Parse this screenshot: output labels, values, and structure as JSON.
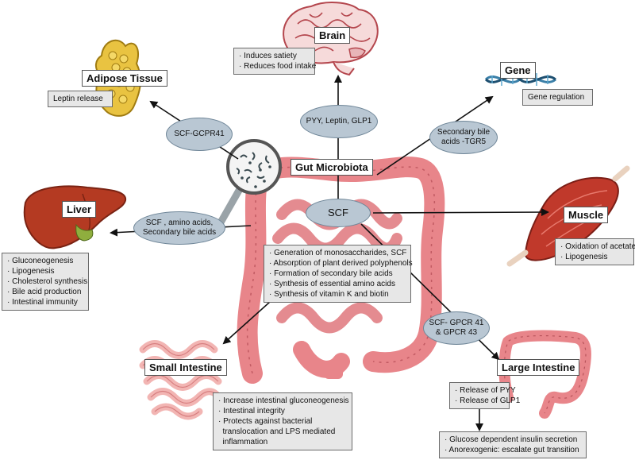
{
  "center": {
    "title": "Gut Microbiota",
    "scf_label": "SCF"
  },
  "center_functions": [
    "· Generation of monosaccharides, SCF",
    "· Absorption of plant derived polyphenols",
    "· Formation of secondary bile acids",
    "· Synthesis of essential amino acids",
    "· Synthesis of vitamin K and biotin"
  ],
  "brain": {
    "title": "Brain",
    "effects": [
      "· Induces satiety",
      "· Reduces food intake"
    ],
    "mediator": "PYY, Leptin, GLP1"
  },
  "adipose": {
    "title": "Adipose Tissue",
    "effects": [
      "Leptin release"
    ],
    "mediator": "SCF-GCPR41"
  },
  "gene": {
    "title": "Gene",
    "effects": [
      "Gene regulation"
    ],
    "mediator": "Secondary bile\nacids -TGR5"
  },
  "liver": {
    "title": "Liver",
    "mediator": "SCF , amino acids,\nSecondary bile acids",
    "effects": [
      "· Gluconeogenesis",
      "· Lipogenesis",
      "· Cholesterol synthesis",
      "· Bile acid production",
      "· Intestinal immunity"
    ]
  },
  "muscle": {
    "title": "Muscle",
    "effects": [
      "· Oxidation of acetate",
      "· Lipogenesis"
    ]
  },
  "small_intestine": {
    "title": "Small Intestine",
    "effects": [
      "· Increase intestinal gluconeogenesis",
      "· Intestinal integrity",
      "· Protects against bacterial",
      "  translocation and LPS mediated",
      "  inflammation"
    ]
  },
  "large_intestine": {
    "title": "Large Intestine",
    "mediator": "SCF- GPCR 41\n& GPCR 43",
    "effects": [
      "· Release of PYY",
      "· Release of GLP1"
    ],
    "downstream": [
      "· Glucose dependent insulin secretion",
      "· Anorexogenic: escalate gut transition"
    ]
  },
  "colors": {
    "oval_fill": "#b9c7d3",
    "box_fill": "#e7e7e7",
    "gut_pink": "#e8858a",
    "liver": "#b43a22",
    "muscle": "#c0392b",
    "fat": "#e9c341",
    "dna": "#3a7fa8"
  }
}
